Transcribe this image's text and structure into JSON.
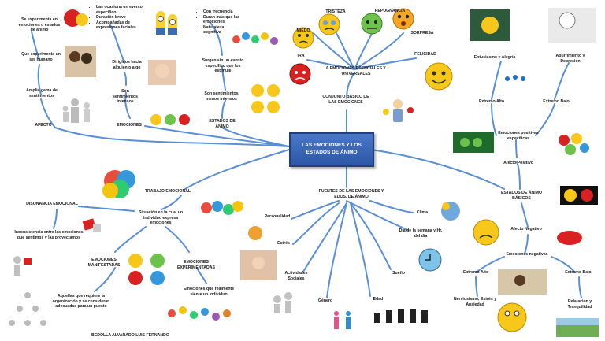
{
  "central": {
    "line1": "LAS EMOCIONES Y LOS",
    "line2": "ESTADOS DE ÁNIMO"
  },
  "author": "BEDOLLA ALVARADO LUIS FERNANDO",
  "left_top": {
    "experimenta": "Se experimenta en emociones o estados de ánimo",
    "humano": "Que experimenta un ser humano",
    "amplia": "Amplia gama de sentimientos",
    "afecto": "AFECTO",
    "emociones": "EMOCIONES",
    "intensos": "Son sentimientos intensos",
    "dirigidos": "Dirigidos hacia alguien o algo",
    "emociones_bullets": [
      "Las ocasiona un evento especifico",
      "Duración breve",
      "Acompañadas de expresiones faciales"
    ],
    "animo_bullets": [
      "Con frecuencia",
      "Duran más que las emociones",
      "Naturaleza cognitiva"
    ],
    "surgen": "Surgen sin un evento específico que los estimule",
    "menos": "Son sentimientos menos intensos",
    "estados": "ESTADOS DE ÁNIMO"
  },
  "universal": {
    "title": "6 EMOCIONES ESENCIALES Y UNIVERSALES",
    "conjunto": "CONJUNTO BÁSICO DE LAS EMOCIONES",
    "tristeza": "TRISTEZA",
    "repugnancia": "REPUGNANCIA",
    "miedo": "MIEDO",
    "sorpresa": "SORPRESA",
    "ira": "IRA",
    "felicidad": "FELICIDAD"
  },
  "right": {
    "entusiasmo": "Entusiasmo y Alegría",
    "aburrimiento": "Aburrimiento y Depresión",
    "extremo_alto": "Extremo Alto",
    "extremo_bajo": "Extremo Bajo",
    "positivas": "Emociones positivas específicas",
    "afecto_pos": "Afecto Positivo",
    "basicos": "ESTADOS DE ÁNIMO BÁSICOS",
    "afecto_neg": "Afecto Negativo",
    "negativas": "Emociones negativas",
    "extremo_alto2": "Extremo Alto",
    "extremo_bajo2": "Extremo Bajo",
    "nerviosismo": "Nerviosismo, Estrés y Ansiedad",
    "relajacion": "Relajación y Tranquilidad"
  },
  "bottom": {
    "fuentes": "FUENTES DE LAS EMOCIONES Y EDOS. DE ÁNIMO",
    "personalidad": "Personalidad",
    "clima": "Clima",
    "dia": "Día de la semana y Hr. del día",
    "estres": "Estrés",
    "actividades": "Actividades Sociales",
    "sueno": "Sueño",
    "genero": "Género",
    "edad": "Edad"
  },
  "left_bottom": {
    "trabajo": "TRABAJO EMOCIONAL",
    "disonancia": "DISONANCIA EMOCIONAL",
    "situacion": "Situación en la cual un individuo expresa emociones",
    "inconsistencia": "Inconsistencia entre las emociones que sentimos y las proyectamos",
    "manifestadas": "EMOCIONES MANIFESTADAS",
    "experimentadas": "EMOCIONES EXPERIMENTADAS",
    "aquellas": "Aquellas que requiere la organización y se consideran adecuadas para un puesto",
    "realmente": "Emociones que realmente siente un individuo"
  },
  "colors": {
    "central_fill": "#3b66b8",
    "branch": "#5a8fd6",
    "accent_yellow": "#f7c81b"
  }
}
